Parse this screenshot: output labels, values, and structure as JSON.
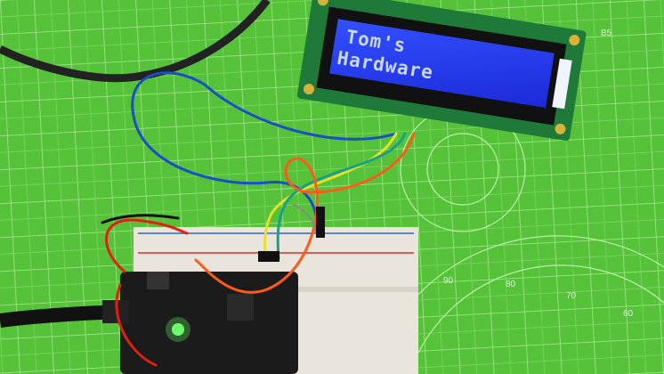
{
  "lcd": {
    "line1": "Tom's",
    "line2": "Hardware"
  },
  "mat": {
    "label": "B5",
    "protractor": [
      "90",
      "80",
      "70",
      "60"
    ]
  },
  "colors": {
    "mat": "#56c23a",
    "lcd_backlight": "#2c3df0",
    "pcb": "#1f7a3a",
    "breadboard": "#e9e4dc"
  }
}
